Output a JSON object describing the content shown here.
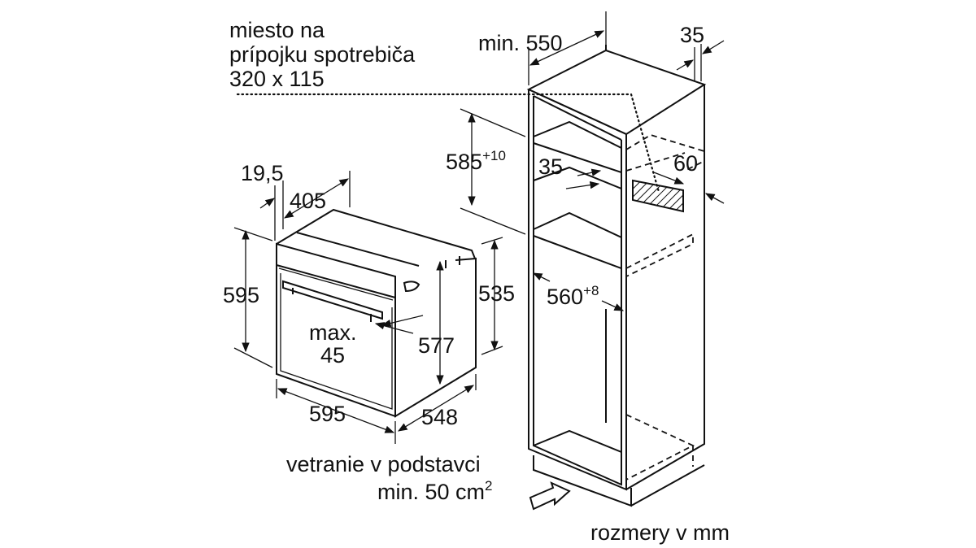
{
  "labels": {
    "connection_line1": "miesto na",
    "connection_line2": "prípojku spotrebiča",
    "connection_line3": "320 x 115",
    "min_550": "min. 550",
    "d35_top": "35",
    "d585": "585",
    "d585_tol": "+10",
    "d35_mid": "35",
    "d60": "60",
    "d19_5": "19,5",
    "d405": "405",
    "d595_h": "595",
    "d535": "535",
    "d560": "560",
    "d560_tol": "+8",
    "max": "max.",
    "d45": "45",
    "d577": "577",
    "d595_w": "595",
    "d548": "548",
    "vent_line1": "vetranie v podstavci",
    "vent_line2": "min. 50 cm",
    "vent_sup": "2",
    "units": "rozmery v mm"
  }
}
